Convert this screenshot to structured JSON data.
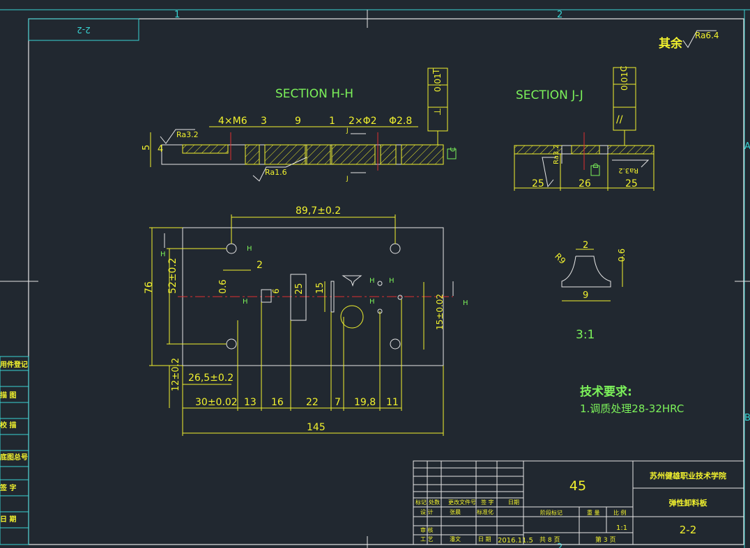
{
  "colors": {
    "background": "#212830",
    "frame": "#e6e6e6",
    "dimension": "#f2f22e",
    "text_green": "#7cf25a",
    "centerline": "#e03030",
    "zone": "#39d4d4",
    "hatch": "#f2f22e"
  },
  "zone_labels": {
    "top_1": "1",
    "top_2": "2",
    "right_a": "A",
    "right_b": "B",
    "bottom_2": "2"
  },
  "corner_tag": "2-2",
  "surface_finish_general": {
    "prefix": "其余",
    "value": "Ra6.4"
  },
  "section_hh": {
    "title": "SECTION  H-H",
    "roughness_top": "Ra3.2",
    "roughness_bottom": "Ra1.6",
    "thickness": "5",
    "step": "4",
    "dims": [
      "4×M6",
      "3",
      "9",
      "1",
      "2×Φ2",
      "Φ2.8"
    ],
    "cut_label": "J",
    "tolerance": {
      "symbol": "⊥",
      "value": "0.01",
      "datum": "T"
    },
    "datum_label": "C"
  },
  "section_jj": {
    "title": "SECTION  J-J",
    "tolerance": {
      "symbol": "//",
      "value": "0.01",
      "datum": "C"
    },
    "roughness_left": "Ra3.2",
    "roughness_right": "Ra3.2",
    "dims": [
      "25",
      "26",
      "25"
    ],
    "datum_label": "D"
  },
  "plan_view": {
    "top_dim": "89,7±0.2",
    "small_gap": "2",
    "height": "76",
    "inner_height": "52±0.2",
    "slot_small": "0.6",
    "slot_6": "6",
    "slot_25": "25",
    "slot_15": "15",
    "right_dim": "15±0.02",
    "bottom_left": "12±0.2",
    "offset_dim": "26,5±0.2",
    "chain_dims": [
      "30±0.02",
      "13",
      "16",
      "22",
      "7",
      "19,8",
      "11"
    ],
    "overall_width": "145",
    "section_marks": [
      "H",
      "H",
      "H",
      "H",
      "H",
      "H",
      "H"
    ]
  },
  "detail_view": {
    "dims": [
      "2",
      "R9",
      "0.6",
      "9"
    ],
    "scale": "3:1"
  },
  "technical_requirements": {
    "title": "技术要求:",
    "item": "1.调质处理28-32HRC"
  },
  "left_strip": [
    "用件登记",
    "描  图",
    "校  描",
    "底图总号",
    "签  字",
    "日  期"
  ],
  "title_block": {
    "material": "45",
    "school": "苏州健雄职业技术学院",
    "part_name": "弹性卸料板",
    "drawing_no": "2-2",
    "header_row": [
      "标记",
      "处数",
      "更改文件号",
      "签  字",
      "日期"
    ],
    "rows": [
      [
        "设  计",
        "张晨",
        "标准化"
      ],
      [
        "审  核",
        ""
      ],
      [
        "工  艺",
        "潘文",
        "日  期",
        "2016.11.5"
      ]
    ],
    "info": [
      "阶段标记",
      "重  量",
      "比  例"
    ],
    "scale": "1:1",
    "sheets": "共  8  页",
    "sheet": "第  3  页"
  }
}
